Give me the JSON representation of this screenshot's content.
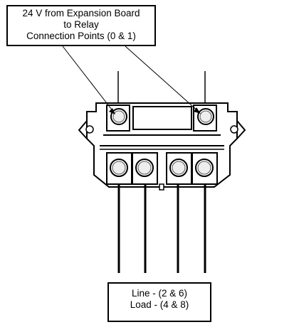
{
  "callouts": {
    "top": {
      "line1": "24 V from Expansion Board",
      "line2": "to Relay",
      "line3": "Connection Points (0 & 1)"
    },
    "bottom": {
      "line1": "Line  - (2 & 6)",
      "line2": "Load - (4 & 8)"
    }
  },
  "colors": {
    "stroke": "#000000",
    "fill": "#ffffff",
    "shade": "#e6e6e6"
  }
}
